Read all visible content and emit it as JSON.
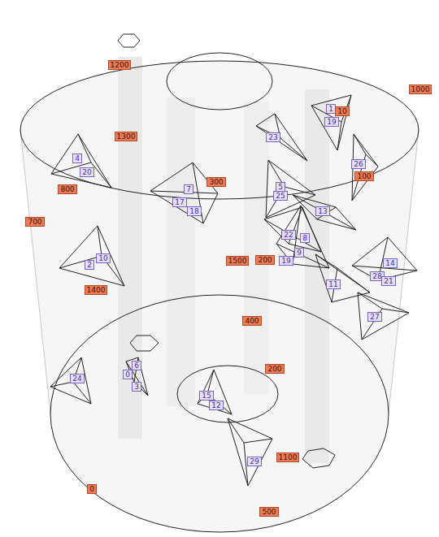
{
  "diagram": {
    "labels": [
      "1200",
      "1000",
      "1",
      "10",
      "19",
      "23",
      "1300",
      "26",
      "100",
      "4",
      "20",
      "7",
      "300",
      "800",
      "5",
      "25",
      "17",
      "18",
      "13",
      "700",
      "22",
      "8",
      "1500",
      "200",
      "9",
      "19",
      "10",
      "2",
      "14",
      "28",
      "21",
      "11",
      "1400",
      "400",
      "27",
      "6",
      "0",
      "200",
      "24",
      "3",
      "15",
      "12",
      "1100",
      "29",
      "0",
      "500"
    ]
  }
}
